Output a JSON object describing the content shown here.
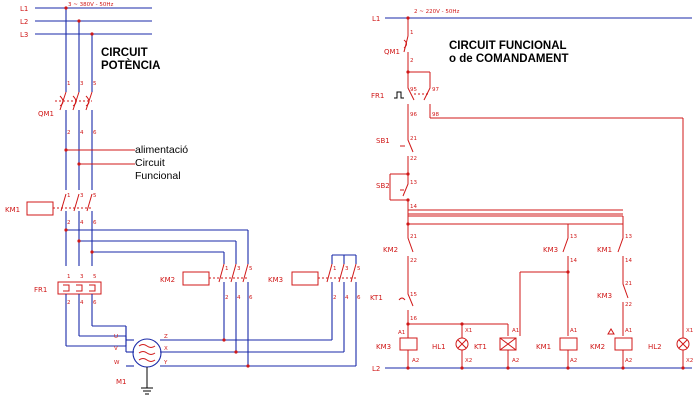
{
  "power": {
    "bus_labels": [
      "L1",
      "L2",
      "L3"
    ],
    "supply": "3 ~ 380V - 50Hz",
    "title_line1": "CIRCUIT",
    "title_line2": "POTÈNCIA",
    "qm1": "QM1",
    "km1": "KM1",
    "fr1": "FR1",
    "km2": "KM2",
    "km3": "KM3",
    "motor": "M1",
    "note": [
      "alimentació",
      "Circuit",
      "Funcional"
    ],
    "terms_top": [
      "1",
      "3",
      "5"
    ],
    "terms_bot": [
      "2",
      "4",
      "6"
    ],
    "motor_terms": [
      "U",
      "V",
      "W",
      "Z",
      "X",
      "Y"
    ]
  },
  "control": {
    "l1": "L1",
    "l2": "L2",
    "supply": "2 ~ 220V - 50Hz",
    "title_line1": "CIRCUIT FUNCIONAL",
    "title_line2": "o de COMANDAMENT",
    "qm1": "QM1",
    "fr1": "FR1",
    "sb1": "SB1",
    "sb2": "SB2",
    "km2": "KM2",
    "km3a": "KM3",
    "km1": "KM1",
    "kt1": "KT1",
    "km3b": "KM3",
    "coil_km3": "KM3",
    "hl1": "HL1",
    "coil_kt1": "KT1",
    "coil_km1": "KM1",
    "coil_km2": "KM2",
    "hl2": "HL2",
    "t": {
      "n1": "1",
      "n2": "2",
      "n95": "95",
      "n97": "97",
      "n96": "96",
      "n98": "98",
      "n21": "21",
      "n22": "22",
      "n13": "13",
      "n14": "14",
      "n15": "15",
      "n16": "16",
      "A1": "A1",
      "A2": "A2",
      "X1": "X1",
      "X2": "X2"
    }
  }
}
